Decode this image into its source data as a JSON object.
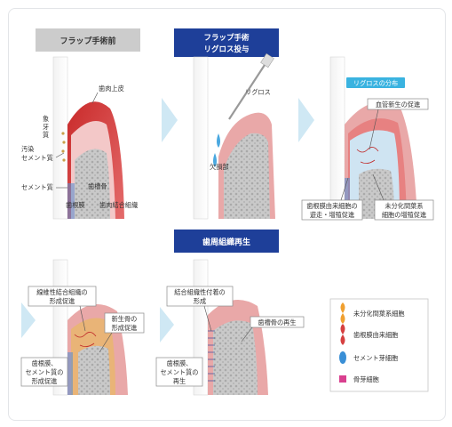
{
  "colors": {
    "header_gray": "#cccccc",
    "header_blue": "#1e3f99",
    "callout_cyan": "#3ab3e0",
    "gum_pink": "#e9a8a8",
    "gum_red": "#d23b3b",
    "bone_gray": "#b5b5b5",
    "arrow_blue": "#cfe8f4"
  },
  "headers": {
    "before": "フラップ手術前",
    "during_line1": "フラップ手術",
    "during_line2": "リグロス投与",
    "regen": "歯周組織再生"
  },
  "panel1": {
    "gum_upper": "歯肉上皮",
    "enamel_line1": "象",
    "enamel_line2": "牙",
    "enamel_line3": "質",
    "contaminated_line1": "汚染",
    "contaminated_line2": "セメント質",
    "cementum": "セメント質",
    "alveolar_bone": "歯槽骨",
    "pdl": "歯根膜",
    "gingival_ct": "歯肉結合組織"
  },
  "panel2": {
    "regroth": "リグロス",
    "defect": "欠損部"
  },
  "panel3": {
    "distribution": "リグロスの分布",
    "angiogenesis": "血管新生の促進",
    "pdl_cells_line1": "歯根膜由来細胞の",
    "pdl_cells_line2": "遊走・増殖促進",
    "mesenchymal_line1": "未分化間葉系",
    "mesenchymal_line2": "細胞の増殖促進"
  },
  "panel4": {
    "fibrous_line1": "線維性結合組織の",
    "fibrous_line2": "形成促進",
    "newbone_line1": "新生骨の",
    "newbone_line2": "形成促進",
    "pdl_cem_line1": "歯根膜、",
    "pdl_cem_line2": "セメント質の",
    "pdl_cem_line3": "形成促進"
  },
  "panel5": {
    "attachment_line1": "結合組織性付着の",
    "attachment_line2": "形成",
    "bone_regen": "歯槽骨の再生",
    "pdl_cem_line1": "歯根膜、",
    "pdl_cem_line2": "セメント質の",
    "pdl_cem_line3": "再生"
  },
  "legend": {
    "items": [
      {
        "label": "未分化間葉系細胞",
        "icon": "mesenchymal-cell-icon",
        "color": "#f0a030"
      },
      {
        "label": "歯根膜由来細胞",
        "icon": "pdl-cell-icon",
        "color": "#d64040"
      },
      {
        "label": "セメント芽細胞",
        "icon": "cementoblast-icon",
        "color": "#3a8fd6"
      },
      {
        "label": "骨芽細胞",
        "icon": "osteoblast-icon",
        "color": "#d9408f"
      }
    ]
  }
}
